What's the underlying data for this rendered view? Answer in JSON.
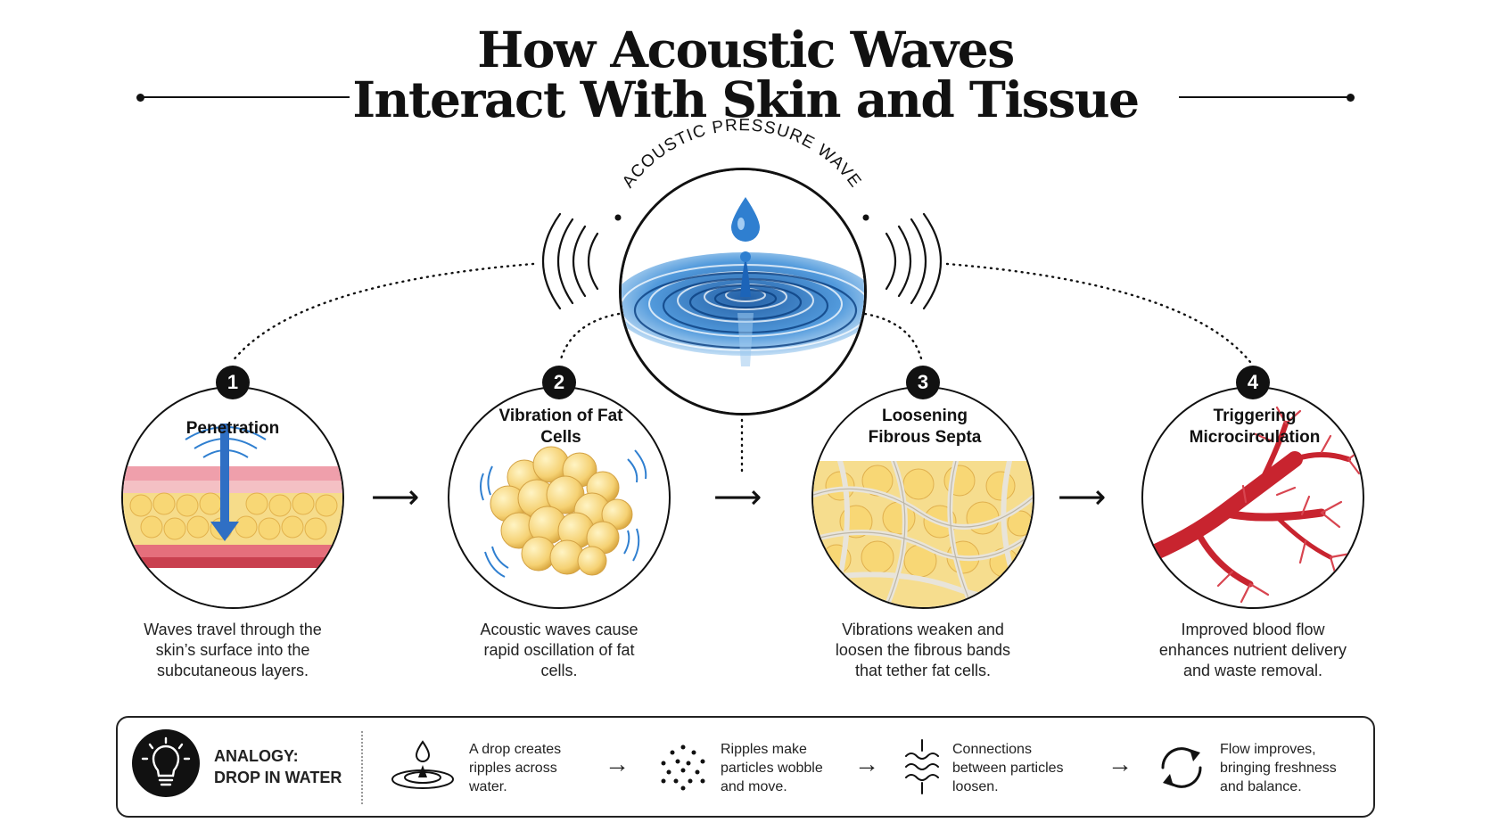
{
  "title": {
    "line1": "How Acoustic Waves",
    "line2": "Interact With Skin and Tissue"
  },
  "center": {
    "label": "ACOUSTIC PRESSURE WAVE",
    "icon": "water-drop-ripple-icon"
  },
  "steps": [
    {
      "number": "1",
      "title": "Penetration",
      "description": [
        "Waves travel through the",
        "skin’s surface into the",
        "subcutaneous layers."
      ],
      "icon": "skin-layers-icon"
    },
    {
      "number": "2",
      "title": "Vibration of Fat Cells",
      "description": [
        "Acoustic waves cause",
        "rapid oscillation of fat",
        "cells."
      ],
      "icon": "fat-cells-icon"
    },
    {
      "number": "3",
      "title": "Loosening Fibrous Septa",
      "description": [
        "Vibrations weaken and",
        "loosen the fibrous bands",
        "that tether fat cells."
      ],
      "icon": "fibrous-septa-icon"
    },
    {
      "number": "4",
      "title": "Triggering Microcirculation",
      "description": [
        "Improved blood flow",
        "enhances nutrient delivery",
        "and waste removal."
      ],
      "icon": "blood-vessel-icon"
    }
  ],
  "analogy": {
    "label": "ANALOGY: DROP IN WATER",
    "icon": "lightbulb-icon",
    "items": [
      {
        "icon": "drop-ripple-icon",
        "text": [
          "A drop creates",
          "ripples across",
          "water."
        ]
      },
      {
        "icon": "particles-icon",
        "text": [
          "Ripples make",
          "particles wobble",
          "and move."
        ]
      },
      {
        "icon": "wavy-lines-icon",
        "text": [
          "Connections",
          "between particles",
          "loosen."
        ]
      },
      {
        "icon": "cycle-arrows-icon",
        "text": [
          "Flow improves,",
          "bringing freshness",
          "and balance."
        ]
      }
    ]
  },
  "colors": {
    "ink": "#111111",
    "water": "#2f7fd0",
    "fat": "#f5d173",
    "skin": "#e88f9a",
    "vessel": "#c8242f"
  }
}
